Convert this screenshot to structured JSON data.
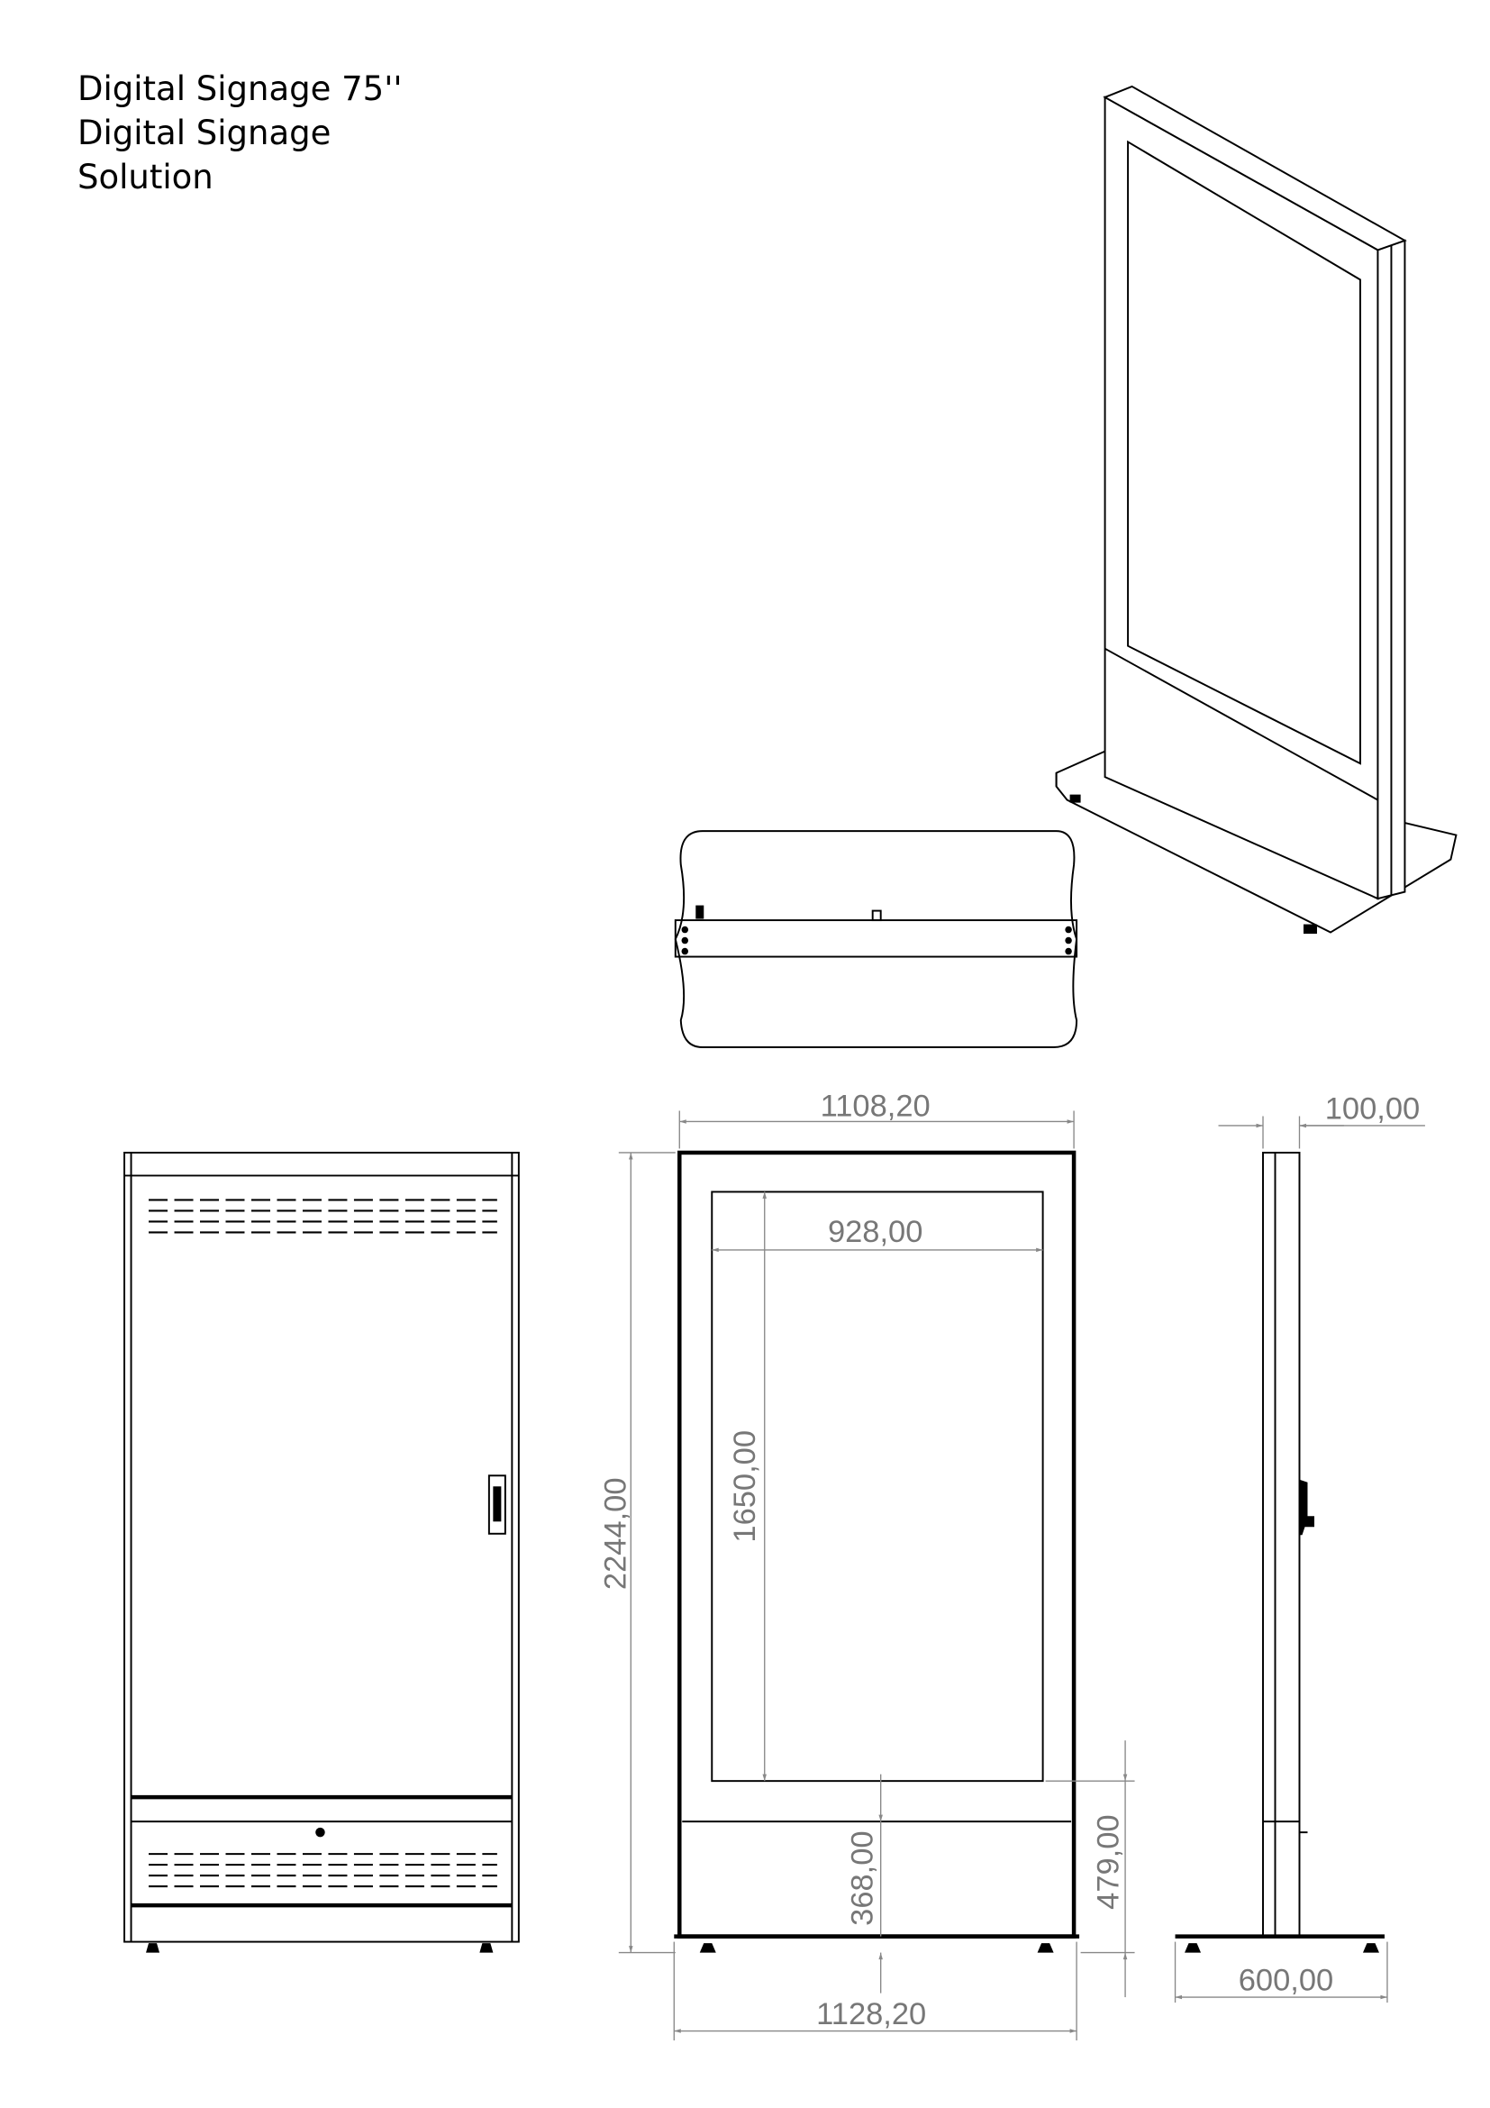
{
  "title": {
    "line1": "Digital Signage 75''",
    "line2": "Digital Signage",
    "line3": "Solution"
  },
  "dimensions": {
    "overall_width": "1108,20",
    "screen_width": "928,00",
    "overall_height": "2244,00",
    "screen_height": "1650,00",
    "lower_panel_height": "368,00",
    "screen_to_floor": "479,00",
    "base_width": "1128,20",
    "depth": "100,00",
    "base_depth": "600,00"
  }
}
